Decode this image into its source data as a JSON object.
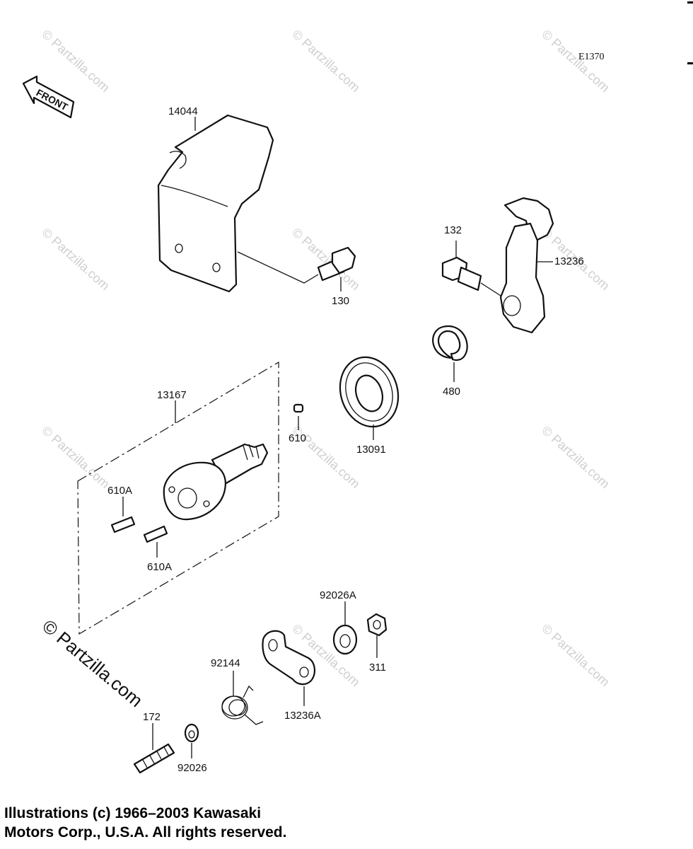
{
  "diagram_code": "E1370",
  "front_label": "FRONT",
  "watermark": "© Partzilla.com",
  "parts": {
    "p14044": "14044",
    "p130": "130",
    "p132": "132",
    "p13236": "13236",
    "p480": "480",
    "p13167": "13167",
    "p610": "610",
    "p13091": "13091",
    "p610A_1": "610A",
    "p610A_2": "610A",
    "p92026A": "92026A",
    "p311": "311",
    "p92144": "92144",
    "p13236A": "13236A",
    "p172": "172",
    "p92026": "92026"
  },
  "footer": {
    "line1": "Illustrations (c) 1966–2003 Kawasaki",
    "line2": "Motors Corp., U.S.A.  All rights reserved."
  }
}
